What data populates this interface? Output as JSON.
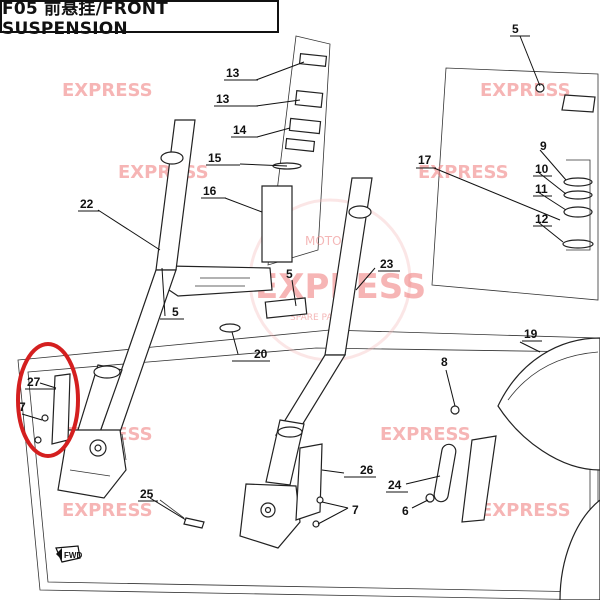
{
  "title": "F05 前悬挂/FRONT SUSPENSION",
  "watermark": {
    "top": "MOTO",
    "main": "EXPRESS",
    "sub": "SPARE PARTS"
  },
  "fwd_label": "FWD",
  "callouts": {
    "c5a": "5",
    "c13a": "13",
    "c13b": "13",
    "c14": "14",
    "c15": "15",
    "c16": "16",
    "c17": "17",
    "c9": "9",
    "c10": "10",
    "c11": "11",
    "c12": "12",
    "c22": "22",
    "c5b": "5",
    "c5c": "5",
    "c23": "23",
    "c20": "20",
    "c19": "19",
    "c8": "8",
    "c27": "27",
    "c7a": "7",
    "c26": "26",
    "c24": "24",
    "c6": "6",
    "c25": "25",
    "c7b": "7"
  },
  "colors": {
    "highlight_circle": "#d41f1f",
    "watermark": "#f07a7a",
    "line": "#111111"
  }
}
